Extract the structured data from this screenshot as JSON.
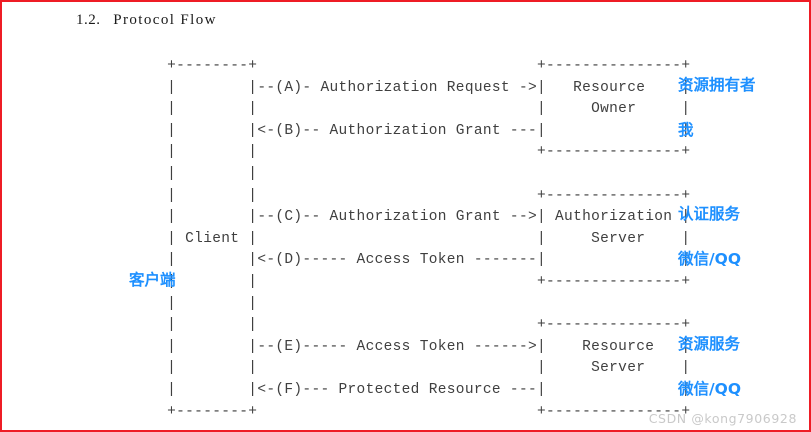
{
  "document": {
    "section_number": "1.2.",
    "section_title": "Protocol Flow",
    "border_color": "#ee1c25",
    "annotation_color": "#1e90ff"
  },
  "diagram": {
    "type": "ascii-sequence-diagram",
    "actors": {
      "client": {
        "label": "Client",
        "annotation": "客户端"
      },
      "resource_owner": {
        "label_line1": "Resource",
        "label_line2": "Owner",
        "annotation_line1": "资源拥有者",
        "annotation_line2": "我"
      },
      "authorization_server": {
        "label_line1": "Authorization",
        "label_line2": "Server",
        "annotation_line1": "认证服务",
        "annotation_line2": "微信/QQ"
      },
      "resource_server": {
        "label_line1": "Resource",
        "label_line2": "Server",
        "annotation_line1": "资源服务",
        "annotation_line2": "微信/QQ"
      }
    },
    "messages": [
      {
        "id": "A",
        "label": "Authorization Request",
        "direction": "right"
      },
      {
        "id": "B",
        "label": "Authorization Grant",
        "direction": "left"
      },
      {
        "id": "C",
        "label": "Authorization Grant",
        "direction": "right"
      },
      {
        "id": "D",
        "label": "Access Token",
        "direction": "left"
      },
      {
        "id": "E",
        "label": "Access Token",
        "direction": "right"
      },
      {
        "id": "F",
        "label": "Protected Resource",
        "direction": "left"
      }
    ],
    "art": "     +--------+                               +---------------+\n     |        |--(A)- Authorization Request ->|   Resource    |\n     |        |                               |     Owner     |\n     |        |<-(B)-- Authorization Grant ---|               |\n     |        |                               +---------------+\n     |        |\n     |        |                               +---------------+\n     |        |--(C)-- Authorization Grant -->| Authorization |\n     | Client |                               |     Server    |\n     |        |<-(D)----- Access Token -------|               |\n     |        |                               +---------------+\n     |        |\n     |        |                               +---------------+\n     |        |--(E)----- Access Token ------>|    Resource   |\n     |        |                               |     Server    |\n     |        |<-(F)--- Protected Resource ---|               |\n     +--------+                               +---------------+"
  },
  "watermark": "CSDN @kong7906928"
}
